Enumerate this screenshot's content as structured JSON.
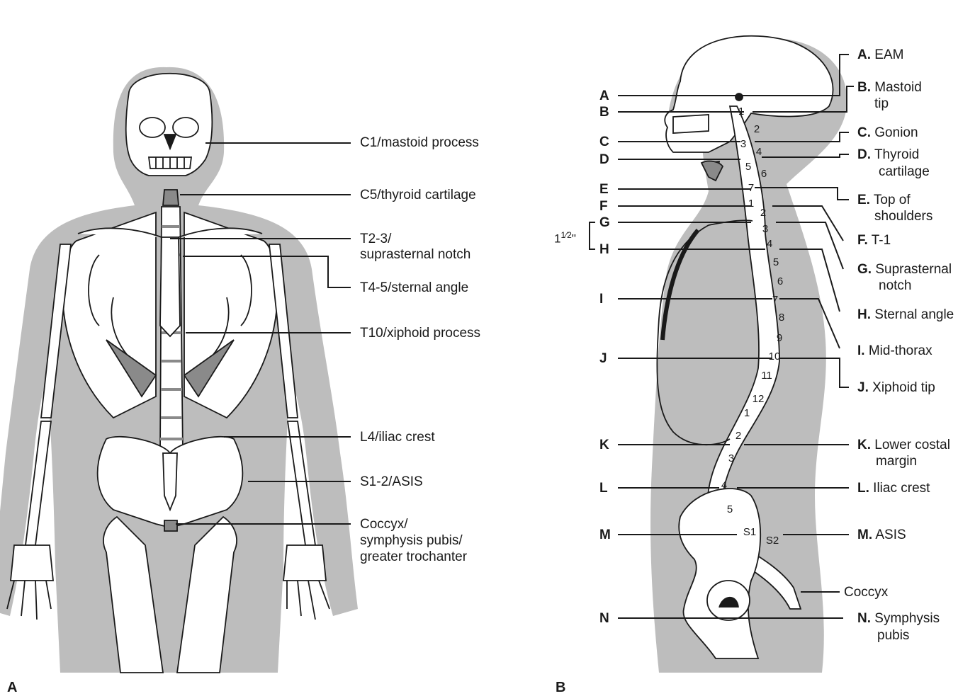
{
  "panel_a": {
    "label": "A",
    "callouts": [
      "C1/mastoid process",
      "C5/thyroid cartilage",
      "T2-3/",
      "suprasternal notch",
      "T4-5/sternal angle",
      "T10/xiphoid process",
      "L4/iliac crest",
      "S1-2/ASIS",
      "Coccyx/",
      "symphysis pubis/",
      "greater trochanter"
    ]
  },
  "panel_b": {
    "label": "B",
    "left_letters": [
      "A",
      "B",
      "C",
      "D",
      "E",
      "F",
      "G",
      "H",
      "I",
      "J",
      "K",
      "L",
      "M",
      "N"
    ],
    "right_labels": [
      {
        "letter": "A.",
        "text": "EAM"
      },
      {
        "letter": "B.",
        "text": "Mastoid",
        "text2": "tip"
      },
      {
        "letter": "C.",
        "text": "Gonion"
      },
      {
        "letter": "D.",
        "text": "Thyroid",
        "text2": "cartilage"
      },
      {
        "letter": "E.",
        "text": "Top of",
        "text2": "shoulders"
      },
      {
        "letter": "F.",
        "text": "T-1"
      },
      {
        "letter": "G.",
        "text": "Suprasternal",
        "text2": "notch"
      },
      {
        "letter": "H.",
        "text": "Sternal angle"
      },
      {
        "letter": "I.",
        "text": "Mid-thorax"
      },
      {
        "letter": "J.",
        "text": "Xiphoid tip"
      },
      {
        "letter": "K.",
        "text": "Lower costal",
        "text2": "margin"
      },
      {
        "letter": "L.",
        "text": "Iliac crest"
      },
      {
        "letter": "M.",
        "text": "ASIS"
      },
      {
        "letter": "N.",
        "text": "Symphysis",
        "text2": "pubis"
      }
    ],
    "coccyx_label": "Coccyx",
    "distance_whole": "1",
    "distance_frac": "1⁄2",
    "distance_unit": "\"",
    "cervical": [
      "1",
      "2",
      "3",
      "4",
      "5",
      "6",
      "7"
    ],
    "thoracic": [
      "1",
      "2",
      "3",
      "4",
      "5",
      "6",
      "7",
      "8",
      "9",
      "10",
      "11",
      "12"
    ],
    "lumbar": [
      "1",
      "2",
      "3",
      "4",
      "5"
    ],
    "sacral": [
      "S1",
      "S2"
    ]
  }
}
